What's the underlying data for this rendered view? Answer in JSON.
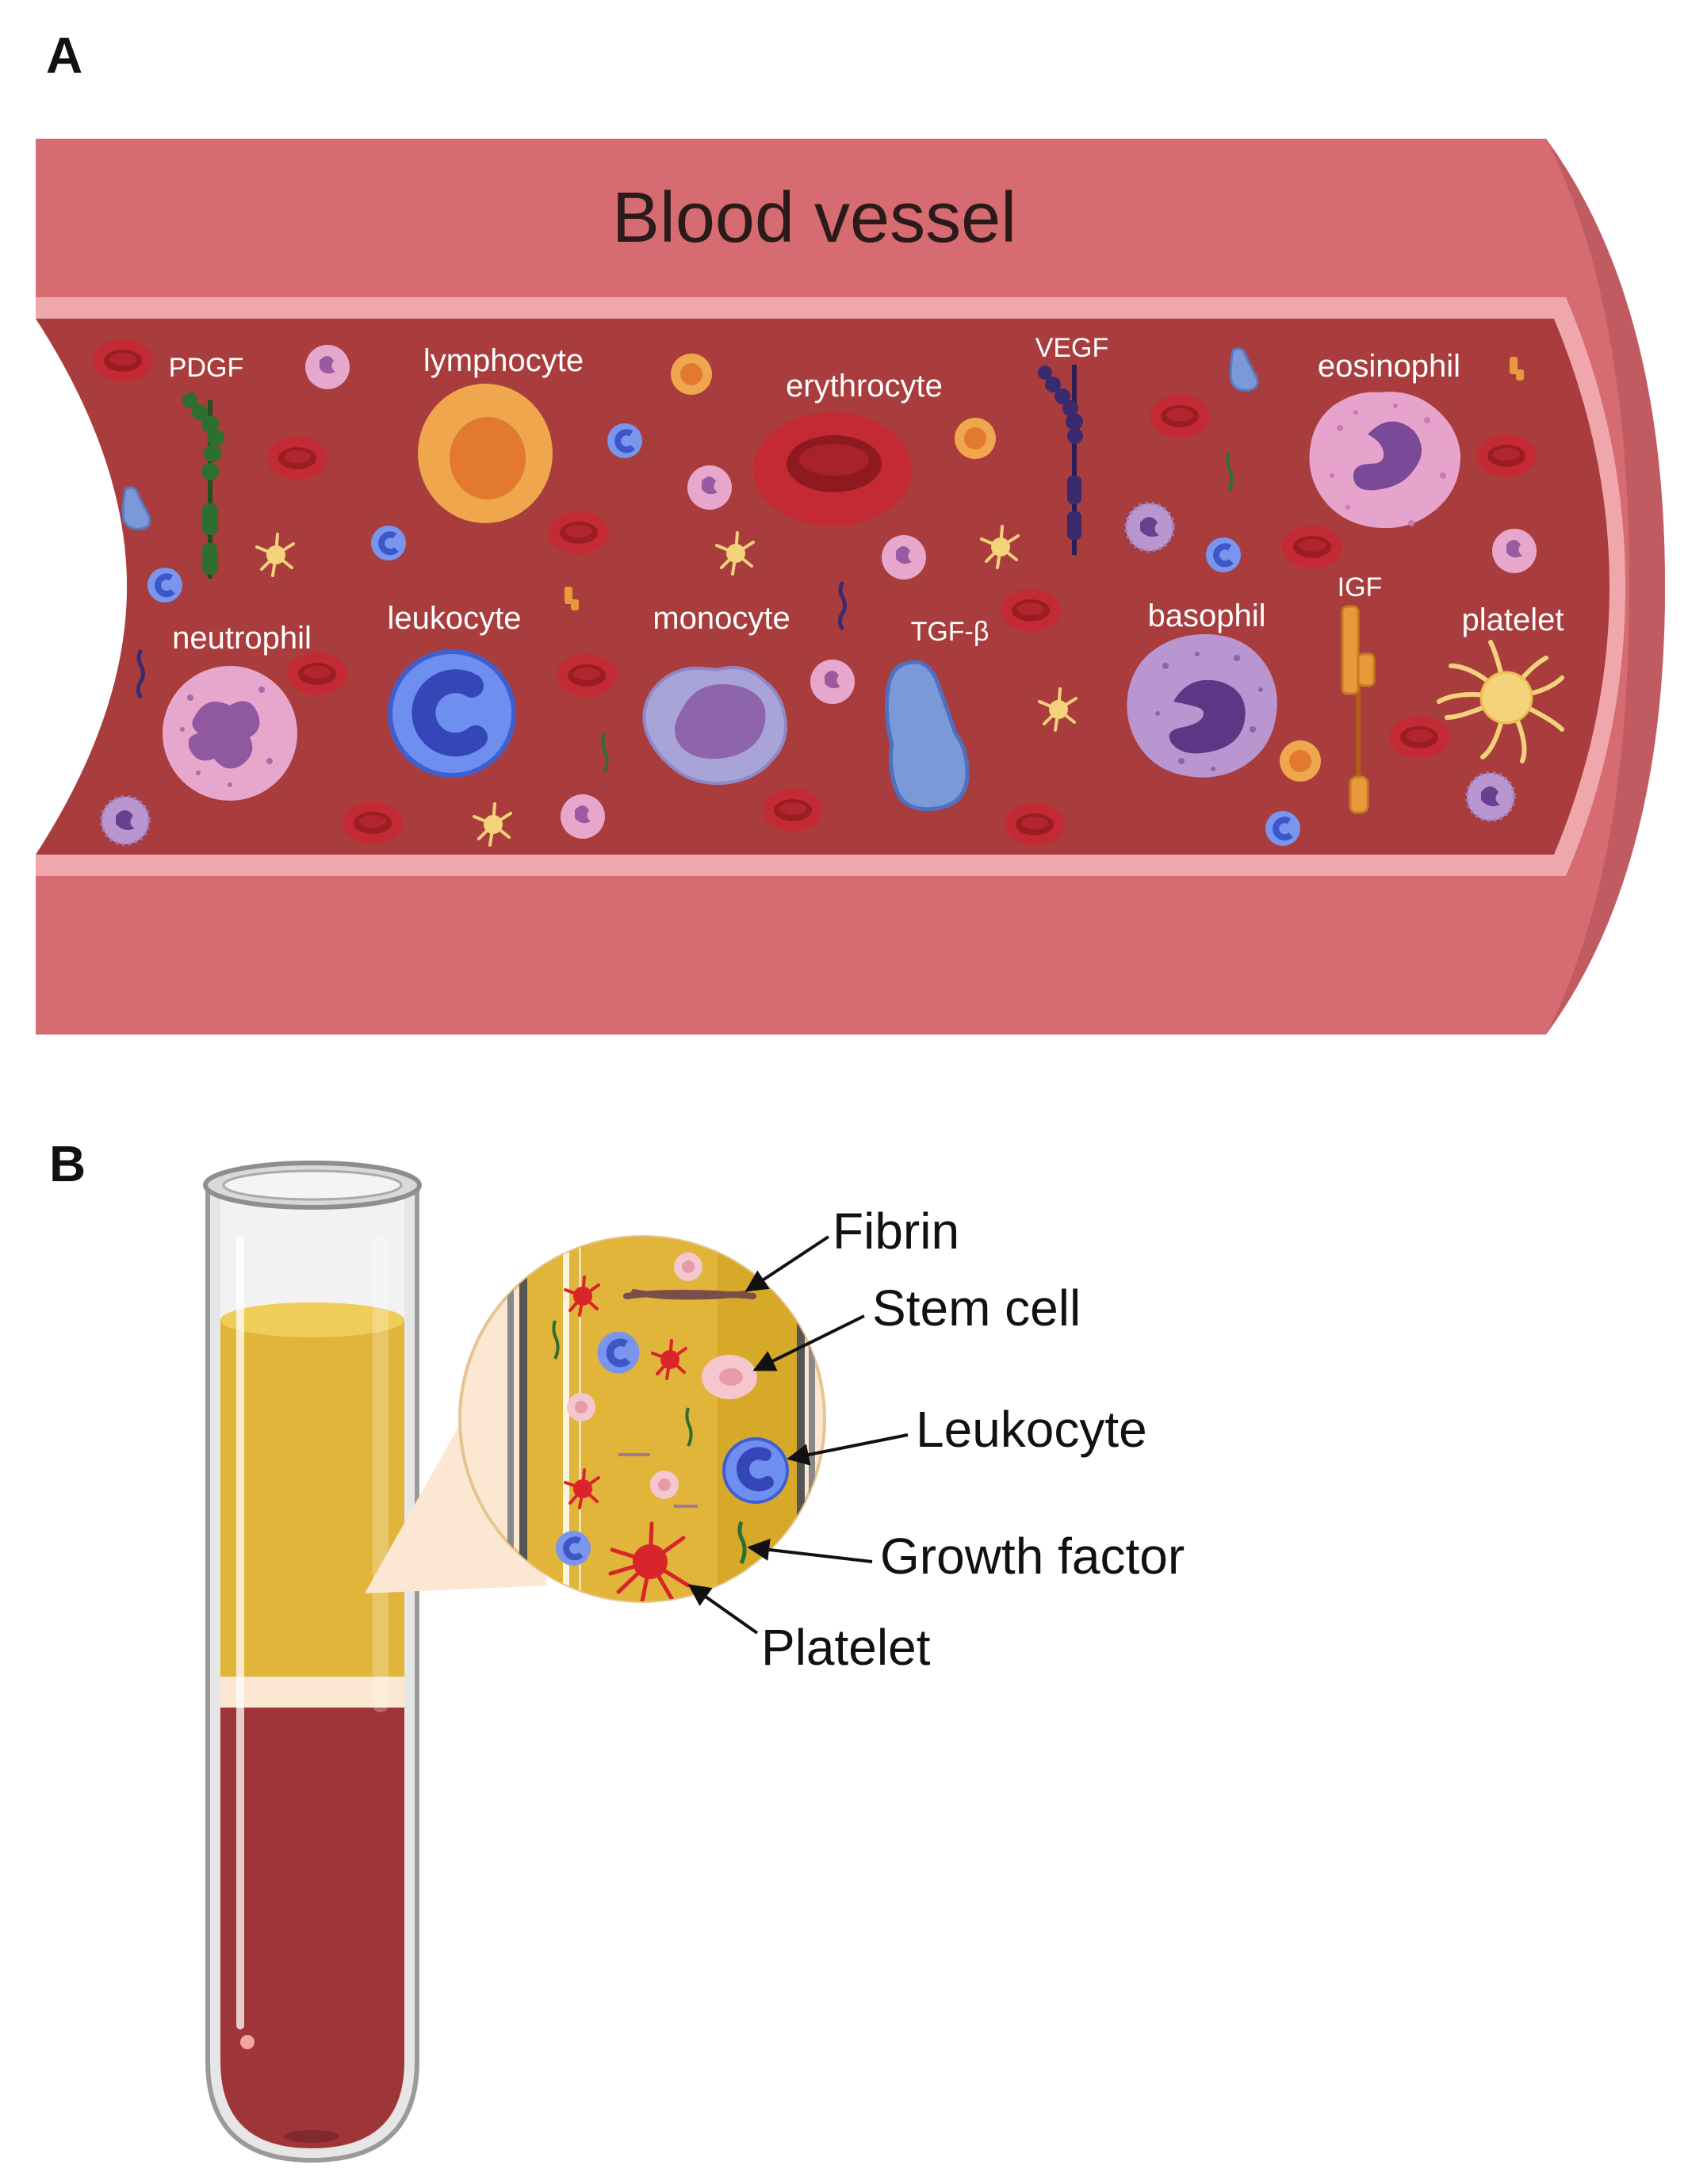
{
  "panels": {
    "a": {
      "letter": "A",
      "title": "Blood vessel"
    },
    "b": {
      "letter": "B"
    }
  },
  "cell_labels": {
    "pdgf": "PDGF",
    "lymphocyte": "lymphocyte",
    "erythrocyte": "erythrocyte",
    "vegf": "VEGF",
    "eosinophil": "eosinophil",
    "neutrophil": "neutrophil",
    "leukocyte": "leukocyte",
    "monocyte": "monocyte",
    "tgf_beta": "TGF-β",
    "basophil": "basophil",
    "igf": "IGF",
    "platelet": "platelet"
  },
  "callouts": {
    "fibrin": "Fibrin",
    "stem_cell": "Stem cell",
    "leukocyte": "Leukocyte",
    "growth_factor": "Growth factor",
    "platelet": "Platelet"
  },
  "colors": {
    "vessel_wall": "#d66b72",
    "vessel_lumen": "#a93d3e",
    "erythrocyte": "#c42a33",
    "plasma": "#e1b53a",
    "red_fraction": "#9e3538",
    "leukocyte": "#6f8ff0",
    "lymphocyte": "#f0a64c",
    "monocyte": "#a9a4d8",
    "neutrophil": "#e7a7cc",
    "platelet": "#f5d37a"
  }
}
